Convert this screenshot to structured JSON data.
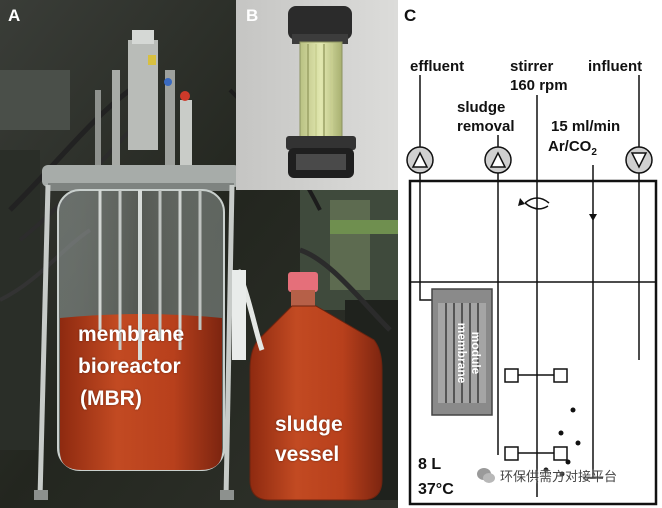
{
  "panels": {
    "a": {
      "label": "A",
      "reactor_label_lines": [
        "membrane",
        "bioreactor",
        "(MBR)"
      ],
      "vessel_label_lines": [
        "sludge",
        "vessel"
      ]
    },
    "b": {
      "label": "B"
    },
    "c": {
      "label": "C",
      "effluent": "effluent",
      "stirrer": "stirrer",
      "rpm": "160 rpm",
      "influent": "influent",
      "sludge_removal_lines": [
        "sludge",
        "removal"
      ],
      "gas_flow": "15 ml/min",
      "gas_base": "Ar/CO",
      "gas_sub": "2",
      "module_lines": [
        "membrane",
        "module"
      ],
      "volume": "8 L",
      "temperature": "37°C"
    }
  },
  "watermark": {
    "text": "环保供需方对接平台",
    "icon": "wechat-bubble-icon"
  },
  "colors": {
    "sludge": "#b8401c",
    "background_dark": "#2b2f2a",
    "module_gray": "#8a8a8a",
    "line": "#111111"
  }
}
